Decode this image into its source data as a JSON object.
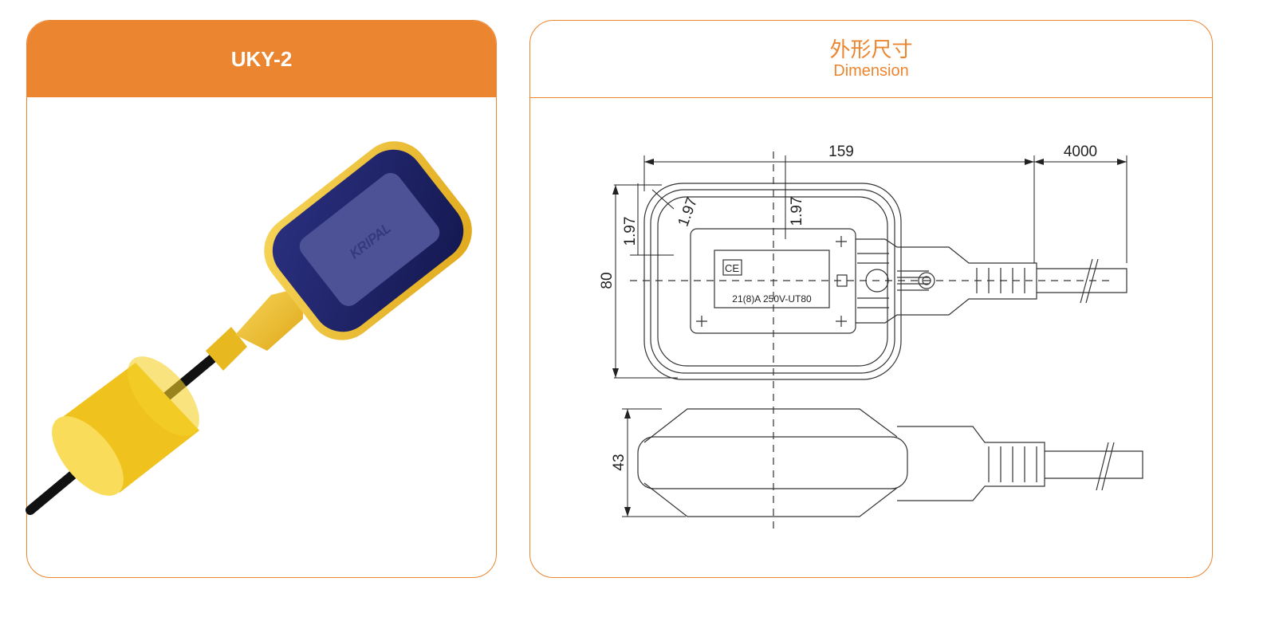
{
  "left_panel": {
    "title": "UKY-2",
    "product_logo": "KRIPAL"
  },
  "right_panel": {
    "title_cn": "外形尺寸",
    "title_en": "Dimension",
    "dimensions": {
      "length": "159",
      "cable": "4000",
      "height": "80",
      "thickness": "43",
      "wall_a": "1.97",
      "wall_b": "1.97",
      "wall_c": "1.97"
    },
    "label": {
      "cert": "CE",
      "rating": "21(8)A 250V-UT80"
    }
  },
  "colors": {
    "accent": "#ec8530",
    "float_blue": "#1f2466",
    "float_yellow": "#f1c232"
  }
}
